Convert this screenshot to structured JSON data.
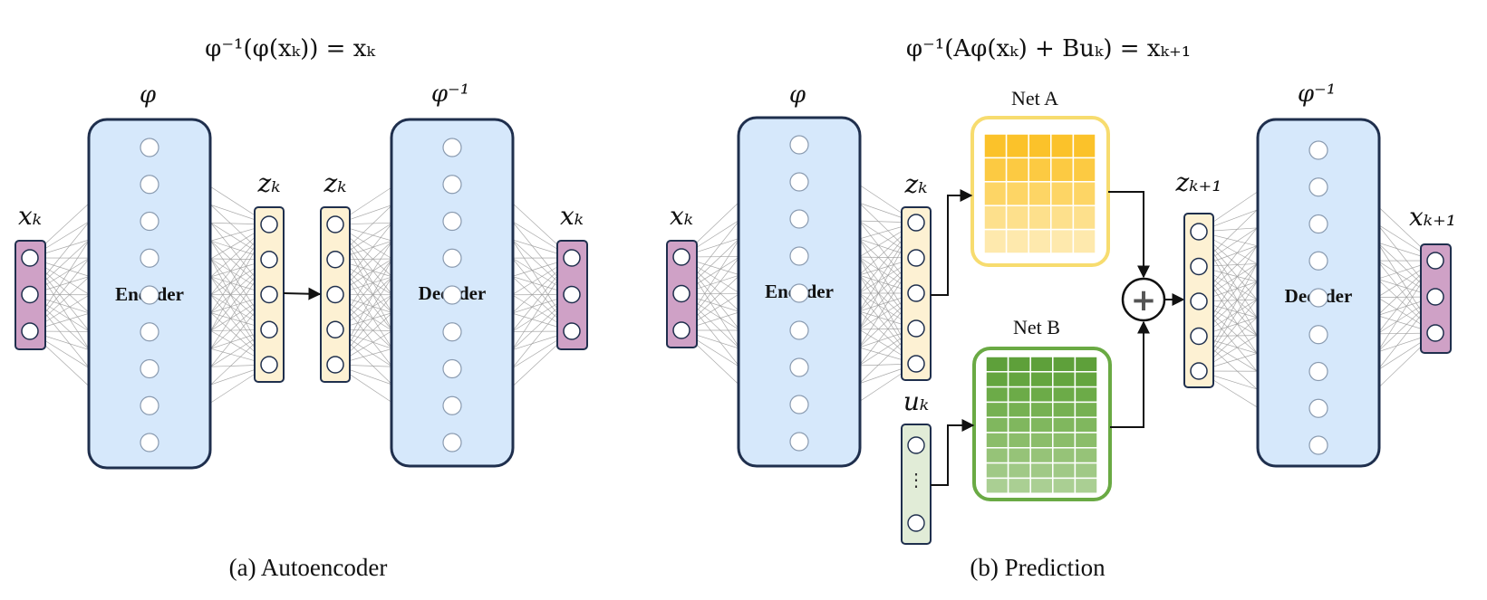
{
  "panel_a": {
    "equation": "φ⁻¹(φ(xₖ)) = xₖ",
    "encoder_symbol": "φ",
    "decoder_symbol": "φ⁻¹",
    "encoder_label": "Encoder",
    "decoder_label": "Decoder",
    "input_label": "xₖ",
    "latent_label_1": "zₖ",
    "latent_label_2": "zₖ",
    "output_label": "xₖ",
    "caption": "(a) Autoencoder"
  },
  "panel_b": {
    "equation": "φ⁻¹(Aφ(xₖ) + Buₖ) = xₖ₊₁",
    "encoder_symbol": "φ",
    "decoder_symbol": "φ⁻¹",
    "encoder_label": "Encoder",
    "decoder_label": "Decoder",
    "input_label": "xₖ",
    "latent_label": "zₖ",
    "control_label": "uₖ",
    "control_dots": "⋮",
    "next_latent_label": "zₖ₊₁",
    "output_label": "xₖ₊₁",
    "net_a_label": "Net A",
    "net_b_label": "Net B",
    "sum_symbol": "+",
    "caption": "(b) Prediction"
  },
  "colors": {
    "network_fill": "#d6e8fb",
    "network_border": "#1f2f4d",
    "state_fill": "#cfa1c6",
    "latent_fill": "#fdf1d3",
    "control_fill": "#e1ecd7",
    "net_a_border": "#f7dc6f",
    "net_b_border": "#6aaa44"
  }
}
